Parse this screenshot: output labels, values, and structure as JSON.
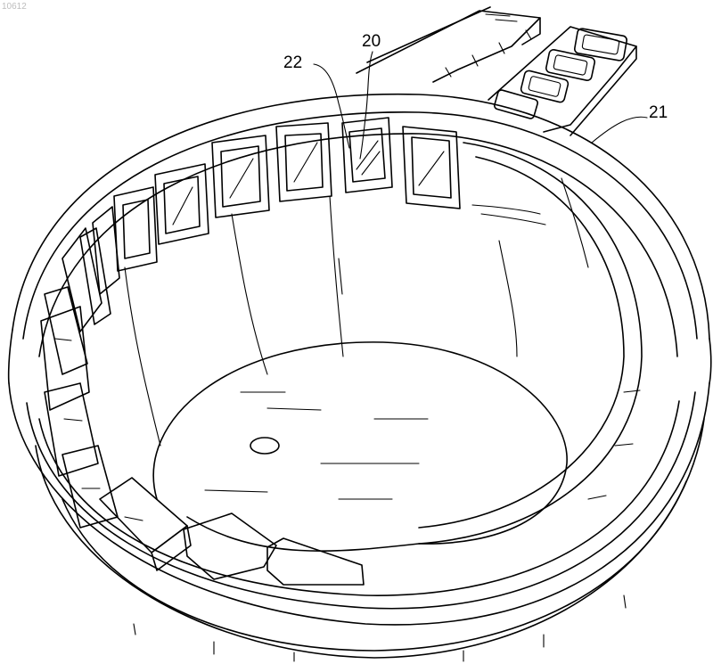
{
  "figure": {
    "corner_number": "10612",
    "reference_labels": [
      "22",
      "20",
      "21"
    ]
  }
}
